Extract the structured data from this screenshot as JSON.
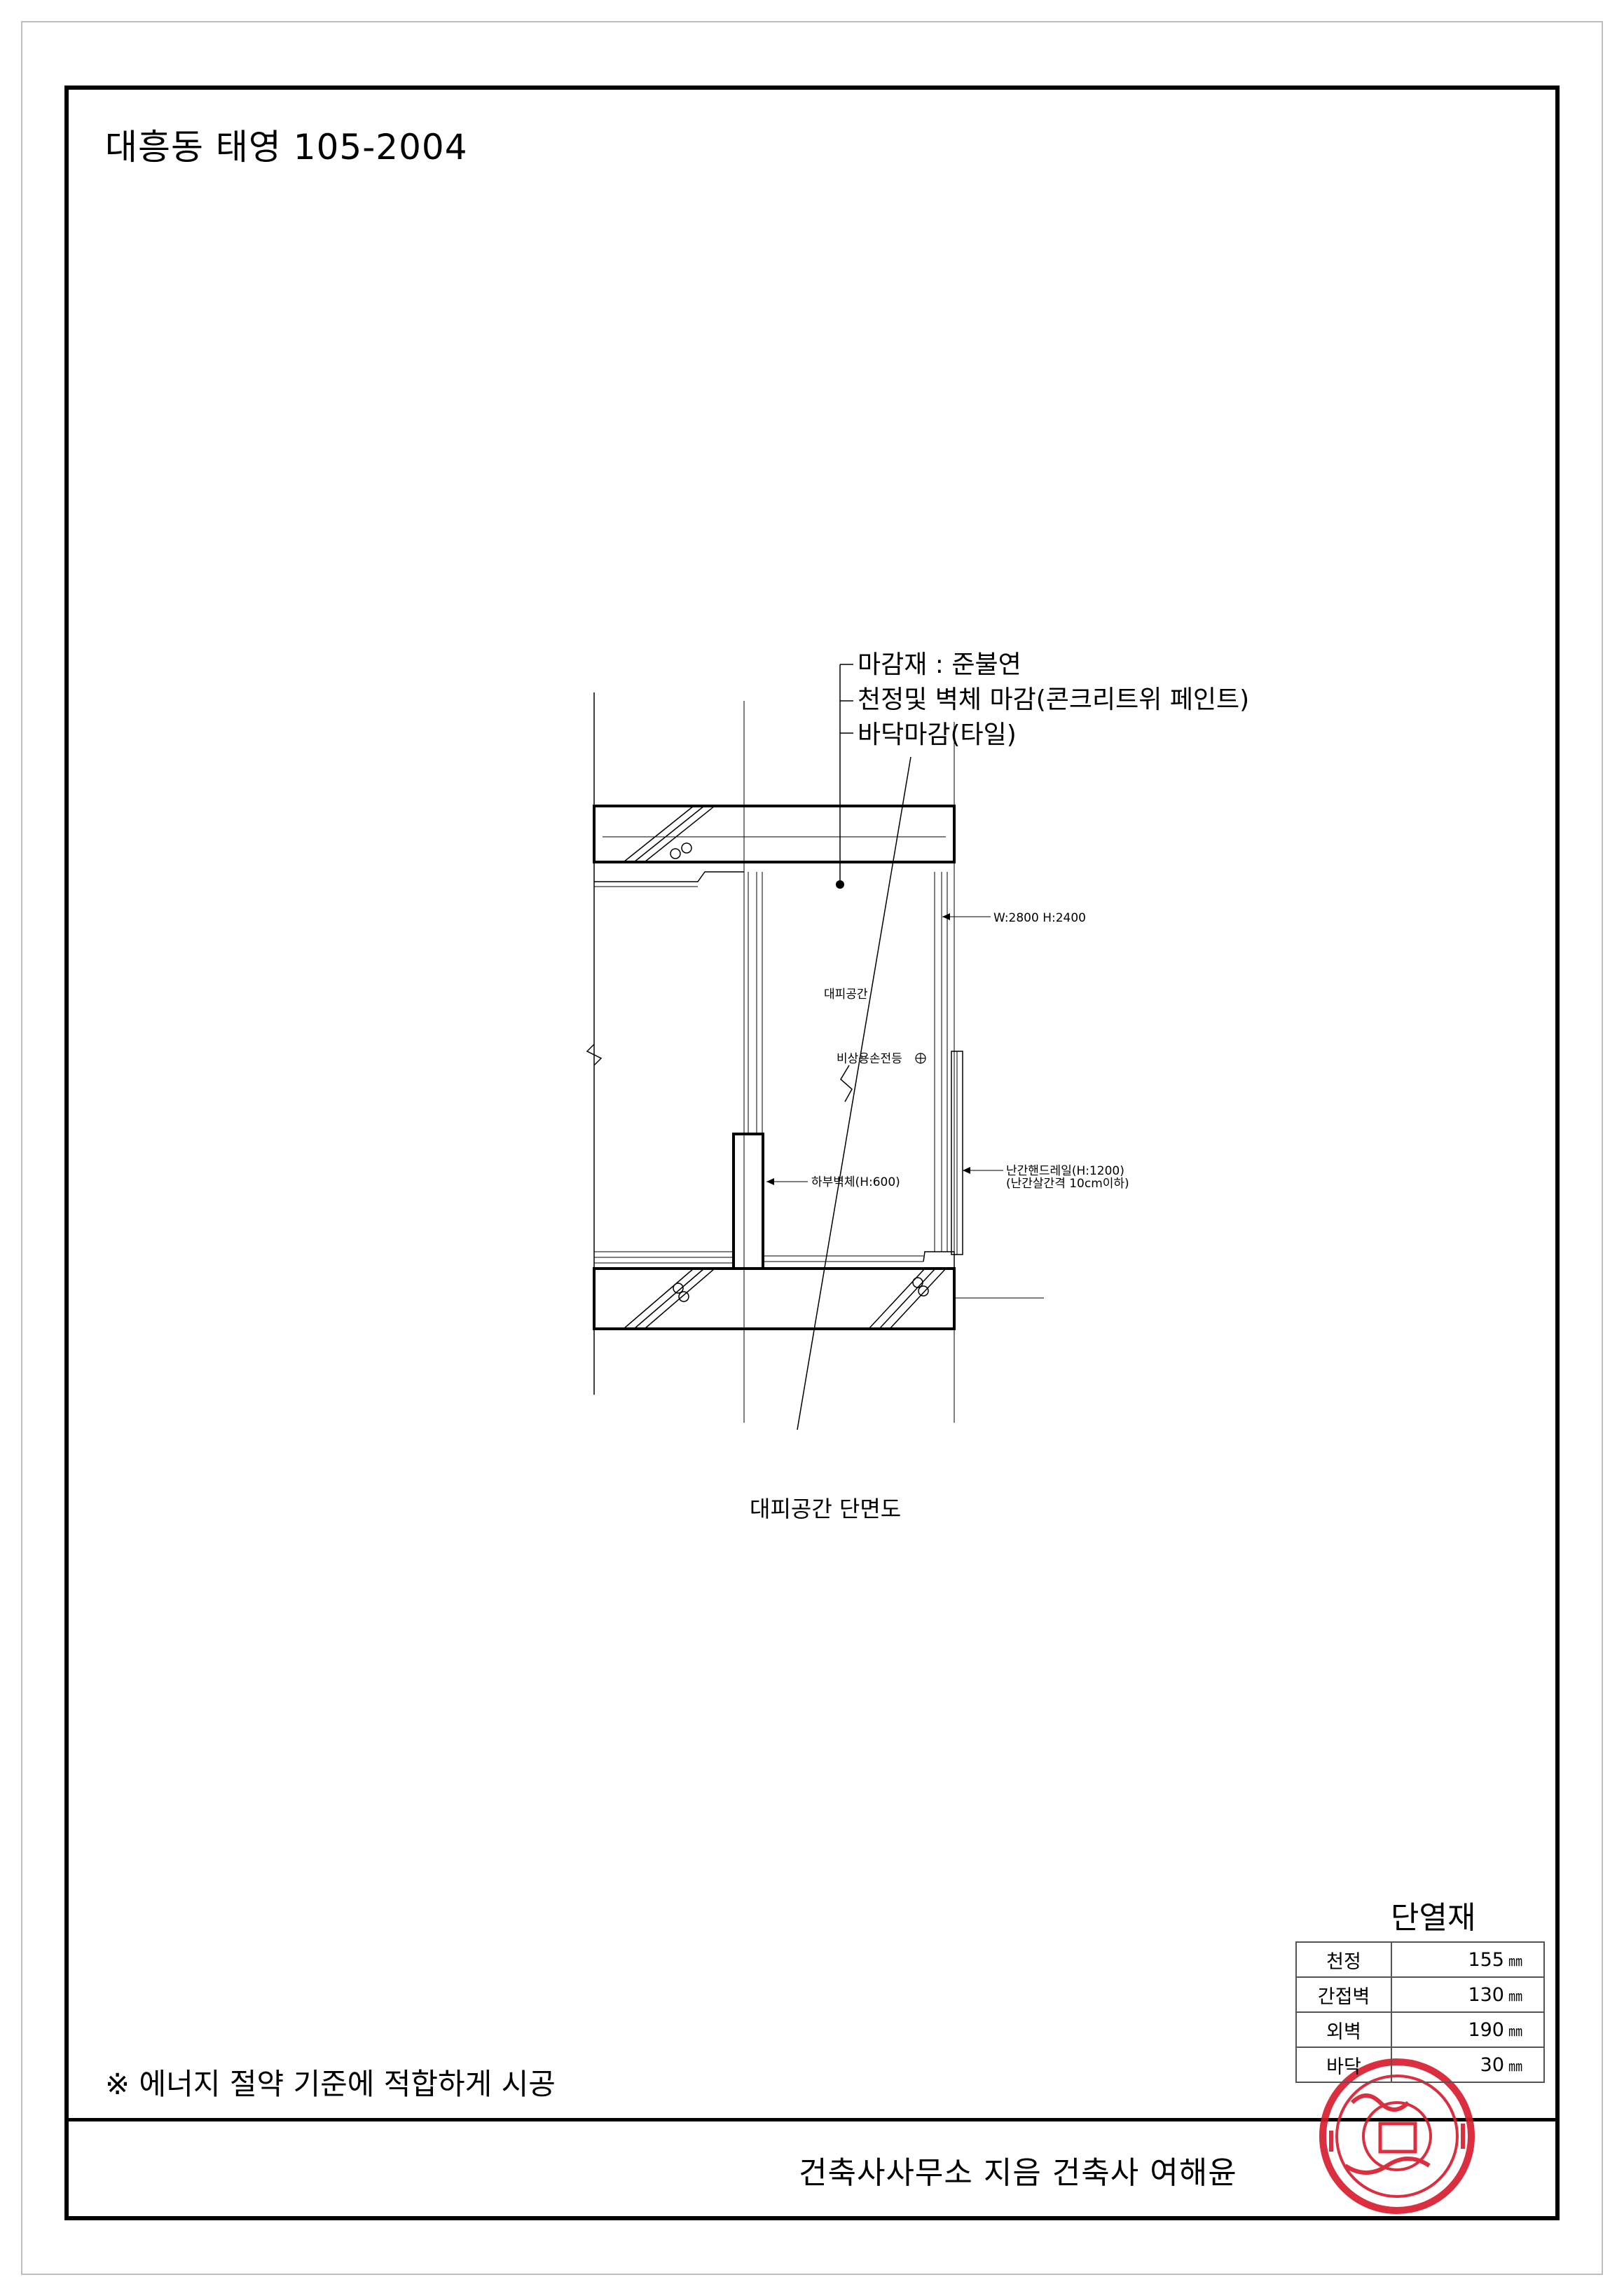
{
  "sheet": {
    "title": "대흥동 태영 105-2004",
    "footer": "건축사사무소 지음 건축사 여해윤",
    "energy_note": "※ 에너지 절약 기준에 적합하게 시공"
  },
  "drawing": {
    "caption": "대피공간 단면도",
    "callouts": {
      "finish_material": "마감재 : 준불연",
      "ceiling_wall_finish": "천정및 벽체 마감(콘크리트위 페인트)",
      "floor_finish": "바닥마감(타일)"
    },
    "labels": {
      "room": "대피공간",
      "emergency_light": "비상용손전등",
      "window_size": "W:2800 H:2400",
      "lower_wall": "하부벽체(H:600)",
      "handrail_line1": "난간핸드레일(H:1200)",
      "handrail_line2": "(난간살간격 10cm이하)"
    }
  },
  "insulation": {
    "title": "단열재",
    "unit": "㎜",
    "rows": [
      {
        "name": "천정",
        "value": "155"
      },
      {
        "name": "간접벽",
        "value": "130"
      },
      {
        "name": "외벽",
        "value": "190"
      },
      {
        "name": "바닥",
        "value": "30"
      }
    ]
  },
  "colors": {
    "line": "#000000",
    "stamp": "#d8182b",
    "frame": "#bdbdbd"
  }
}
